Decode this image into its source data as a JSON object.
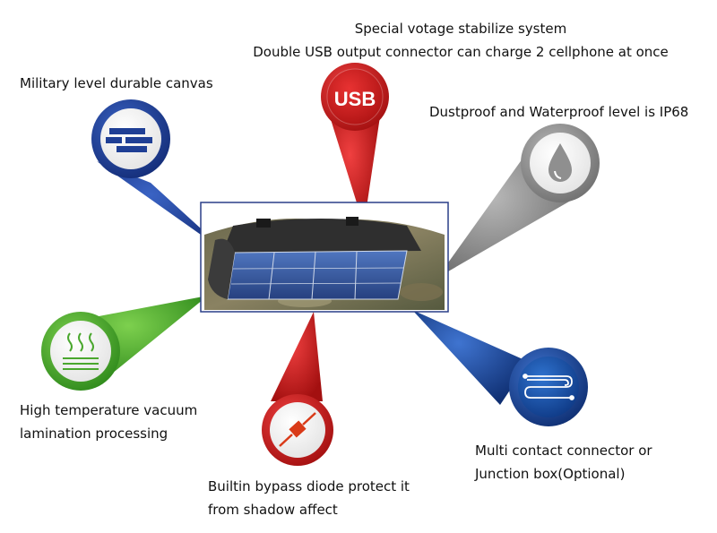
{
  "features": {
    "usb": {
      "lines": [
        "Special votage stabilize system",
        "Double USB output connector can charge 2 cellphone at once"
      ],
      "badge_text": "USB",
      "icon": "usb-icon",
      "color": "#d41e1e"
    },
    "canvas": {
      "lines": [
        "Military level durable canvas"
      ],
      "icon": "canvas-layers-icon",
      "color": "#1f3f95"
    },
    "waterproof": {
      "lines": [
        "Dustproof and Waterproof level is IP68"
      ],
      "icon": "water-drop-icon",
      "color": "#8f8f8f"
    },
    "lamination": {
      "lines": [
        "High temperature vacuum",
        "lamination processing"
      ],
      "icon": "heat-waves-icon",
      "color": "#4aa72e"
    },
    "diode": {
      "lines": [
        "Builtin bypass diode protect it",
        "from shadow affect"
      ],
      "icon": "diode-icon",
      "color": "#d41e1e"
    },
    "connector": {
      "lines": [
        "Multi contact connector or",
        "Junction box(Optional)"
      ],
      "icon": "wire-connector-icon",
      "color": "#1f4ea0"
    }
  },
  "product": {
    "image_name": "solar-panel-photo"
  }
}
